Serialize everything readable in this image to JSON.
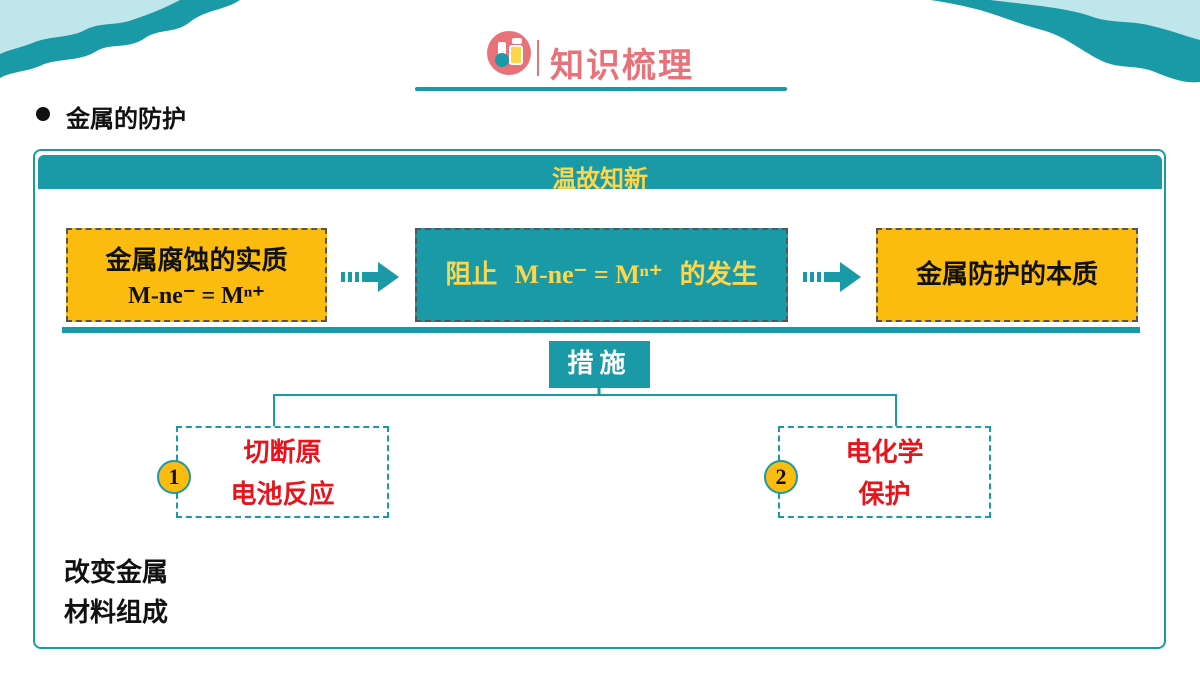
{
  "header": {
    "title": "知识梳理"
  },
  "section": {
    "bullet_text": "金属的防护"
  },
  "panel": {
    "title": "温故知新"
  },
  "flow": {
    "box1": {
      "line1": "金属腐蚀的实质",
      "formula": "M-ne⁻ = Mⁿ⁺"
    },
    "box2": {
      "prefix": "阻止",
      "formula": "M-ne⁻ = Mⁿ⁺",
      "suffix": "的发生"
    },
    "box3": {
      "line1": "金属防护的本质"
    }
  },
  "measures": {
    "label": "措施"
  },
  "options": [
    {
      "number": "1",
      "line1": "切断原",
      "line2": "电池反应"
    },
    {
      "number": "2",
      "line1": "电化学",
      "line2": "保护"
    }
  ],
  "bottom_note": {
    "line1": "改变金属",
    "line2": "材料组成"
  },
  "colors": {
    "teal": "#1a9aa6",
    "yellow": "#fbbb0f",
    "red": "#e8141c",
    "pink": "#e8727a"
  }
}
